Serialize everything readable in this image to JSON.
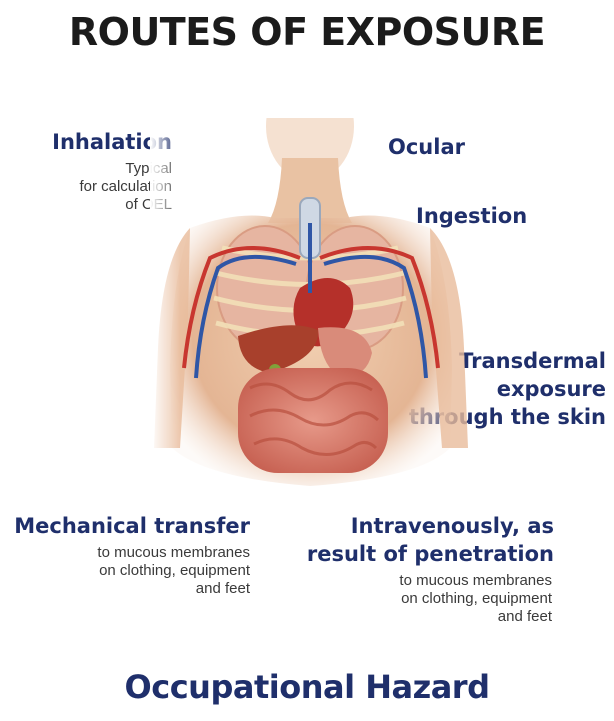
{
  "title": "ROUTES OF EXPOSURE",
  "footer": "Occupational Hazard",
  "routes": {
    "inhalation": {
      "label": "Inhalation",
      "note_lines": [
        "Typical",
        "for calculation",
        "of OEL"
      ]
    },
    "ocular": {
      "label": "Ocular"
    },
    "ingestion": {
      "label": "Ingestion"
    },
    "transdermal": {
      "label_lines": [
        "Transdermal",
        "exposure",
        "through the skin"
      ]
    },
    "mechanical": {
      "label": "Mechanical transfer",
      "note_lines": [
        "to mucous membranes",
        "on clothing, equipment",
        "and feet"
      ]
    },
    "intravenous": {
      "label_lines": [
        "Intravenously, as",
        "result of penetration"
      ],
      "note_lines": [
        "to mucous membranes",
        "on clothing, equipment",
        "and feet"
      ]
    }
  },
  "colors": {
    "heading": "#1b1b1b",
    "label": "#1f2f6b",
    "note": "#3a3a3a"
  },
  "illustration": "human-torso-anatomy"
}
